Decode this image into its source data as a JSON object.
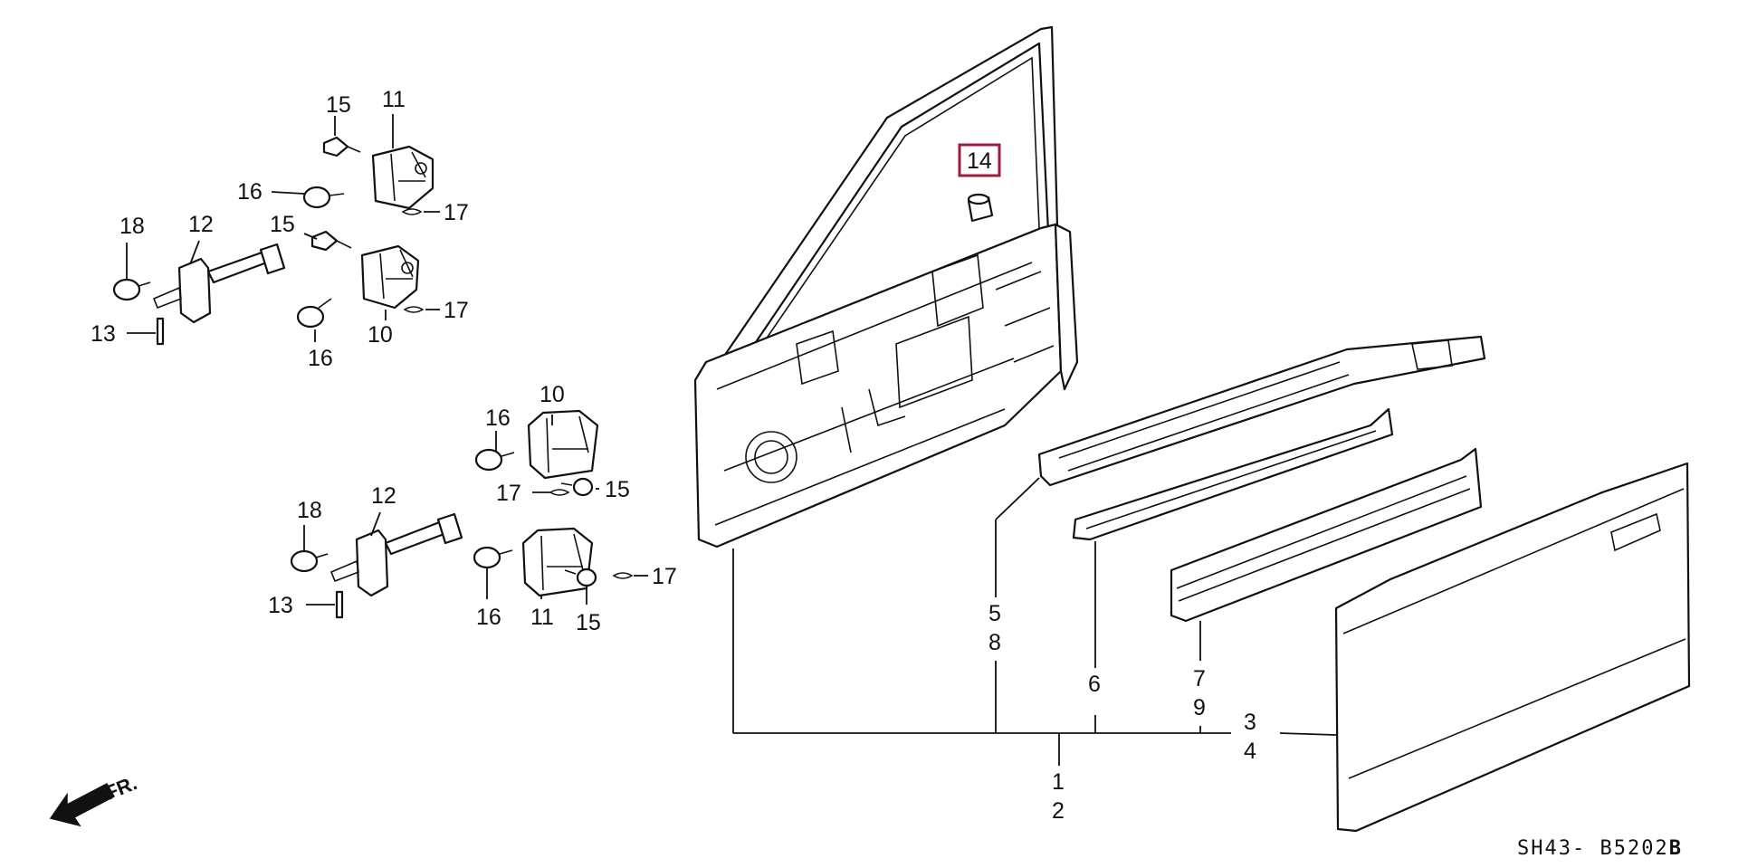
{
  "diagram": {
    "ref_code": "SH43- B5202",
    "ref_suffix": "B",
    "front_arrow_label": "FR.",
    "highlighted_part": "14",
    "callouts": {
      "c15a": "15",
      "c11a": "11",
      "c16a": "16",
      "c17a": "17",
      "c18a": "18",
      "c12a": "12",
      "c15b": "15",
      "c13a": "13",
      "c10a": "10",
      "c17b": "17",
      "c16b": "16",
      "c16c": "16",
      "c10b": "10",
      "c17c": "17",
      "c15c": "15",
      "c18b": "18",
      "c12b": "12",
      "c13b": "13",
      "c16d": "16",
      "c11b": "11",
      "c15d": "15",
      "c17d": "17",
      "c14": "14",
      "c5": "5",
      "c8": "8",
      "c6": "6",
      "c7": "7",
      "c9": "9",
      "c3": "3",
      "c4": "4",
      "c1": "1",
      "c2": "2"
    }
  }
}
